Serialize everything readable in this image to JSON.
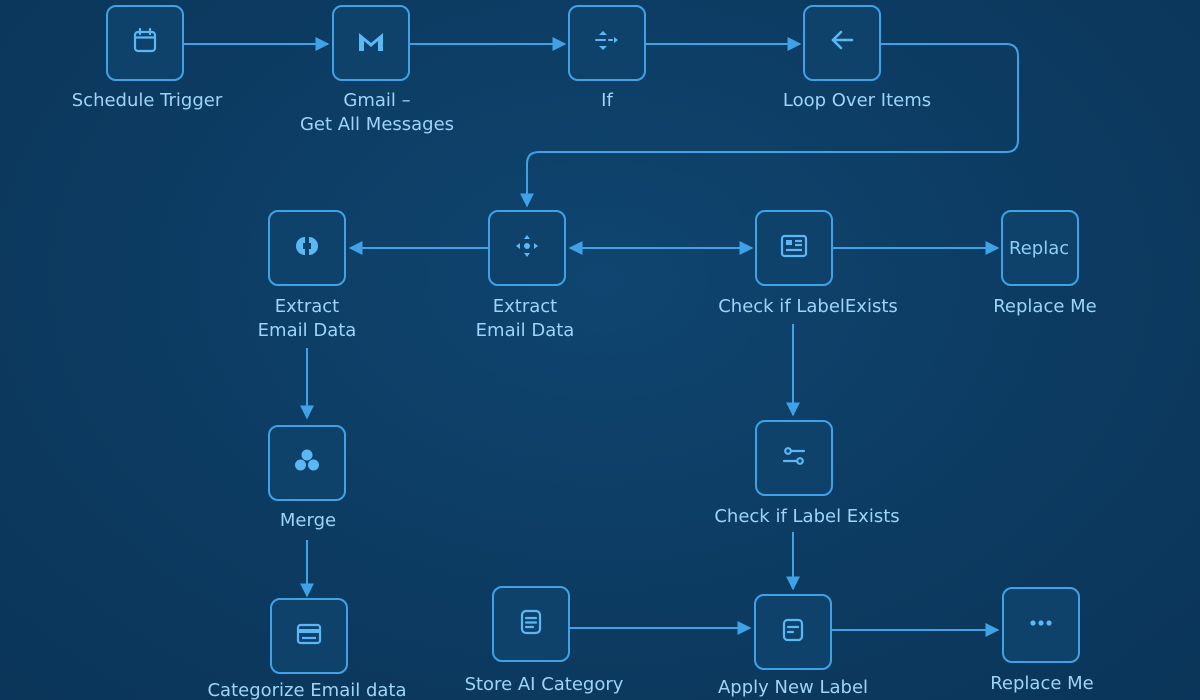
{
  "nodes": [
    {
      "id": "schedule",
      "label": "Schedule Trigger",
      "icon": "calendar-icon"
    },
    {
      "id": "gmail",
      "label": "Gmail –\nGet All Messages",
      "icon": "gmail-icon"
    },
    {
      "id": "if",
      "label": "If",
      "icon": "if-branch-icon"
    },
    {
      "id": "loop",
      "label": "Loop Over Items",
      "icon": "arrow-left-icon"
    },
    {
      "id": "extract1",
      "label": "Extract\nEmail Data",
      "icon": "code-braces-icon"
    },
    {
      "id": "extract2",
      "label": "Extract\nEmail Data",
      "icon": "spark-icon"
    },
    {
      "id": "check1",
      "label": "Check if LabelExists",
      "icon": "form-icon"
    },
    {
      "id": "replace1",
      "label": "Replace Me",
      "icon_text": "Replac"
    },
    {
      "id": "merge",
      "label": "Merge",
      "icon": "merge-circles-icon"
    },
    {
      "id": "check2",
      "label": "Check if Label Exists",
      "icon": "filter-sliders-icon"
    },
    {
      "id": "categorize",
      "label": "Categorize Email data",
      "icon": "card-icon"
    },
    {
      "id": "store",
      "label": "Store AI Category",
      "icon": "document-icon"
    },
    {
      "id": "apply",
      "label": "Apply New Label",
      "icon": "label-doc-icon"
    },
    {
      "id": "replace2",
      "label": "Replace Me",
      "icon": "more-dots-icon"
    }
  ],
  "colors": {
    "background": "#0d3c63",
    "accent": "#3fa2e6",
    "text": "#9dd4f7"
  }
}
